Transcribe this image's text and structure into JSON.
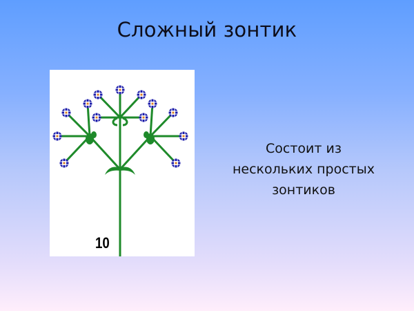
{
  "slide": {
    "title": "Сложный зонтик",
    "description_lines": [
      "Состоит из",
      "нескольких простых",
      "зонтиков"
    ]
  },
  "figure": {
    "label_number": "10",
    "subject": "compound umbel (complex umbrella inflorescence)",
    "colors": {
      "stem": "#1e8a2a",
      "flower_outer": "#1a1aa8",
      "flower_center": "#d9802a",
      "panel": "#ffffff"
    },
    "umbellets": [
      {
        "name": "top",
        "flower_count": 5
      },
      {
        "name": "left",
        "flower_count": 4
      },
      {
        "name": "right",
        "flower_count": 4
      }
    ]
  },
  "background": {
    "gradient_top": "#5f9eff",
    "gradient_bottom": "#ffeefb"
  }
}
